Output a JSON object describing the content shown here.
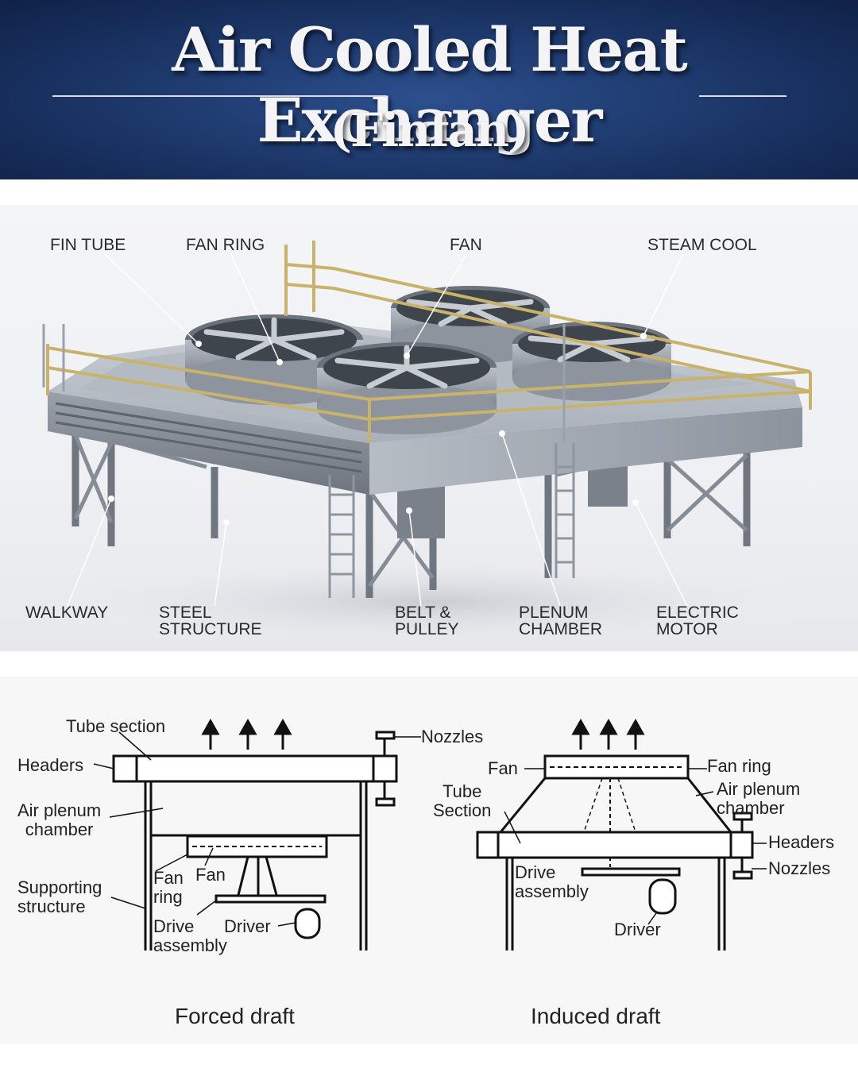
{
  "banner": {
    "title_line1": "Air Cooled Heat Exchanger",
    "title_line2": "(Finfan)"
  },
  "photo_labels": {
    "fin_tube": "FIN TUBE",
    "fan_ring": "FAN RING",
    "fan": "FAN",
    "steam_cool": "STEAM COOL",
    "walkway": "WALKWAY",
    "steel_structure": "STEEL\nSTRUCTURE",
    "belt_pulley": "BELT &\nPULLEY",
    "plenum_chamber": "PLENUM\nCHAMBER",
    "electric_motor": "ELECTRIC\nMOTOR"
  },
  "forced_draft": {
    "caption": "Forced draft",
    "tube_section": "Tube section",
    "nozzles": "Nozzles",
    "headers": "Headers",
    "air_plenum_chamber": "Air plenum\nchamber",
    "supporting_structure": "Supporting\nstructure",
    "fan_ring": "Fan\nring",
    "fan": "Fan",
    "drive_assembly": "Drive\nassembly",
    "driver": "Driver"
  },
  "induced_draft": {
    "caption": "Induced draft",
    "fan": "Fan",
    "fan_ring": "Fan ring",
    "tube_section": "Tube\nSection",
    "air_plenum_chamber": "Air plenum\nchamber",
    "headers": "Headers",
    "nozzles": "Nozzles",
    "drive_assembly": "Drive\nassembly",
    "driver": "Driver"
  },
  "colors": {
    "banner_dark": "#0f2147",
    "banner_mid": "#2c4f8e",
    "handrail": "#c9b36a",
    "steel": "#8e959e"
  }
}
